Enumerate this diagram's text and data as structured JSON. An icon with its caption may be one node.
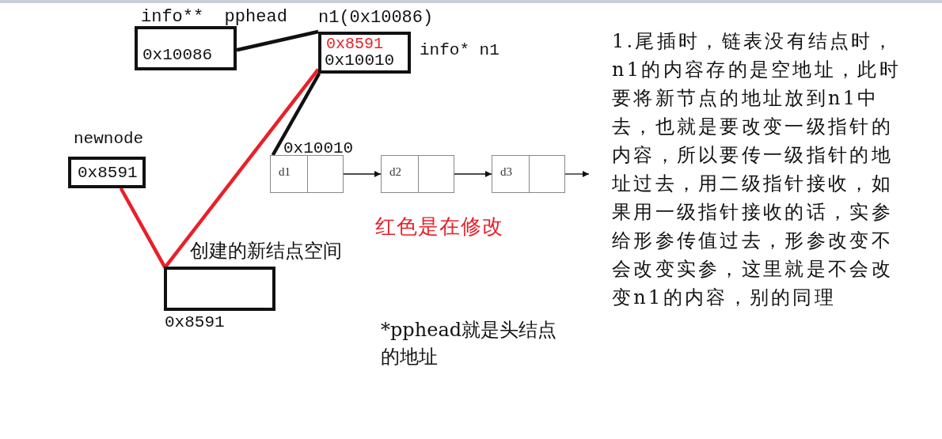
{
  "diagram": {
    "nodes": [
      {
        "text": [
          "0x10086"
        ],
        "beside": [
          "info**  pphead"
        ]
      },
      {
        "text": [
          "0x8591",
          "0x10010"
        ],
        "beside": [
          "n1(0x10086)",
          "info* n1"
        ]
      },
      {
        "text": [
          "0x8591"
        ],
        "beside": [
          "newnode"
        ]
      },
      {
        "text": [],
        "shape": "box",
        "beside": [
          "创建的新结点空间",
          "0x8591"
        ]
      },
      {
        "text": [
          "d1"
        ],
        "beside": [
          "0x10010"
        ]
      },
      {
        "text": [
          "d2"
        ]
      },
      {
        "text": [
          "d3"
        ]
      }
    ],
    "edges": [
      {
        "from": 0,
        "to": 1,
        "arrow": "none"
      },
      {
        "from": 1,
        "to": 4,
        "arrow": "none"
      },
      {
        "from": 2,
        "to": 3,
        "arrow": "none",
        "color": "#e8202a"
      },
      {
        "from": 3,
        "to": 1,
        "arrow": "none",
        "color": "#e8202a"
      },
      {
        "from": 4,
        "to": 5,
        "arrow": "to"
      },
      {
        "from": 5,
        "to": 6,
        "arrow": "to"
      },
      {
        "from": 6,
        "to": null,
        "arrow": "to"
      }
    ],
    "labels": [
      "1.尾插时，链表没有结点时，n1的内容存的是空地址，此时要将新节点的地址放到n1中去，也就是要改变一级指针的内容，所以要传一级指针的地址过去，用二级指针接收，如果用一级指针接收的话，实参给形参传值过去，形参改变不会改变实参，这里就是不会改变n1的内容，别的同理",
      "红色是在修改",
      "*pphead就是头结点的地址"
    ]
  }
}
